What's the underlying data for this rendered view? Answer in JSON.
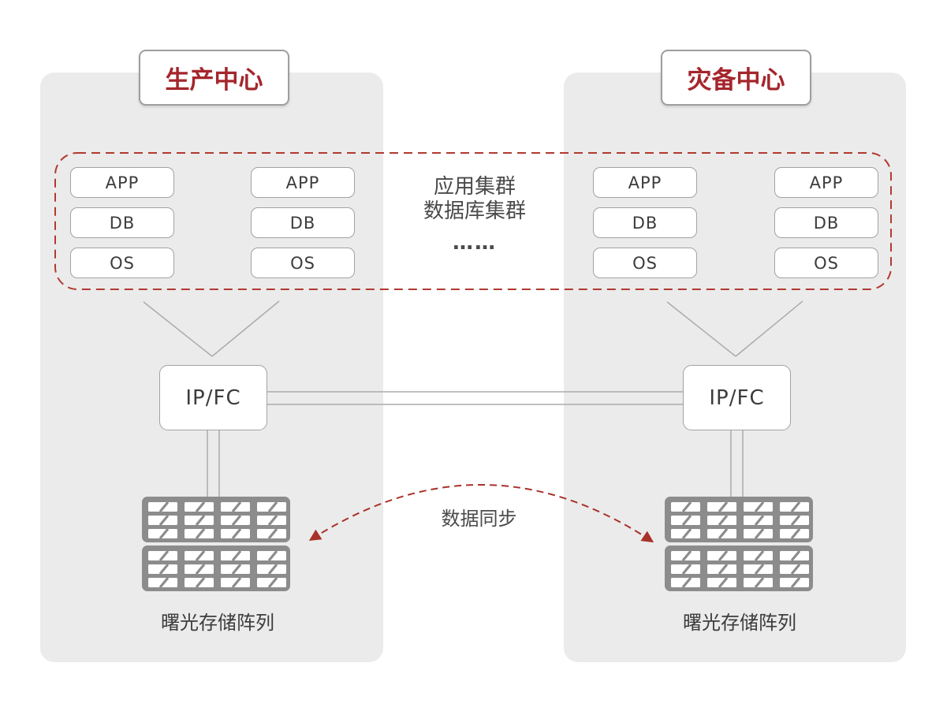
{
  "production_center": {
    "title": "生产中心",
    "server_stacks": [
      {
        "layers": [
          "APP",
          "DB",
          "OS"
        ]
      },
      {
        "layers": [
          "APP",
          "DB",
          "OS"
        ]
      }
    ],
    "switch_label": "IP/FC",
    "storage_label": "曙光存储阵列"
  },
  "disaster_center": {
    "title": "灾备中心",
    "server_stacks": [
      {
        "layers": [
          "APP",
          "DB",
          "OS"
        ]
      },
      {
        "layers": [
          "APP",
          "DB",
          "OS"
        ]
      }
    ],
    "switch_label": "IP/FC",
    "storage_label": "曙光存储阵列"
  },
  "cluster_annotation": {
    "line1": "应用集群",
    "line2": "数据库集群",
    "ellipsis": "……"
  },
  "sync_arrow_label": "数据同步",
  "colors": {
    "accent_red": "#a4262c",
    "dashed_red": "#b13a31",
    "panel_gray": "#ebebeb",
    "line_gray": "#ababab",
    "icon_gray": "#8c8c8c",
    "text_dark": "#3c3c3c"
  }
}
